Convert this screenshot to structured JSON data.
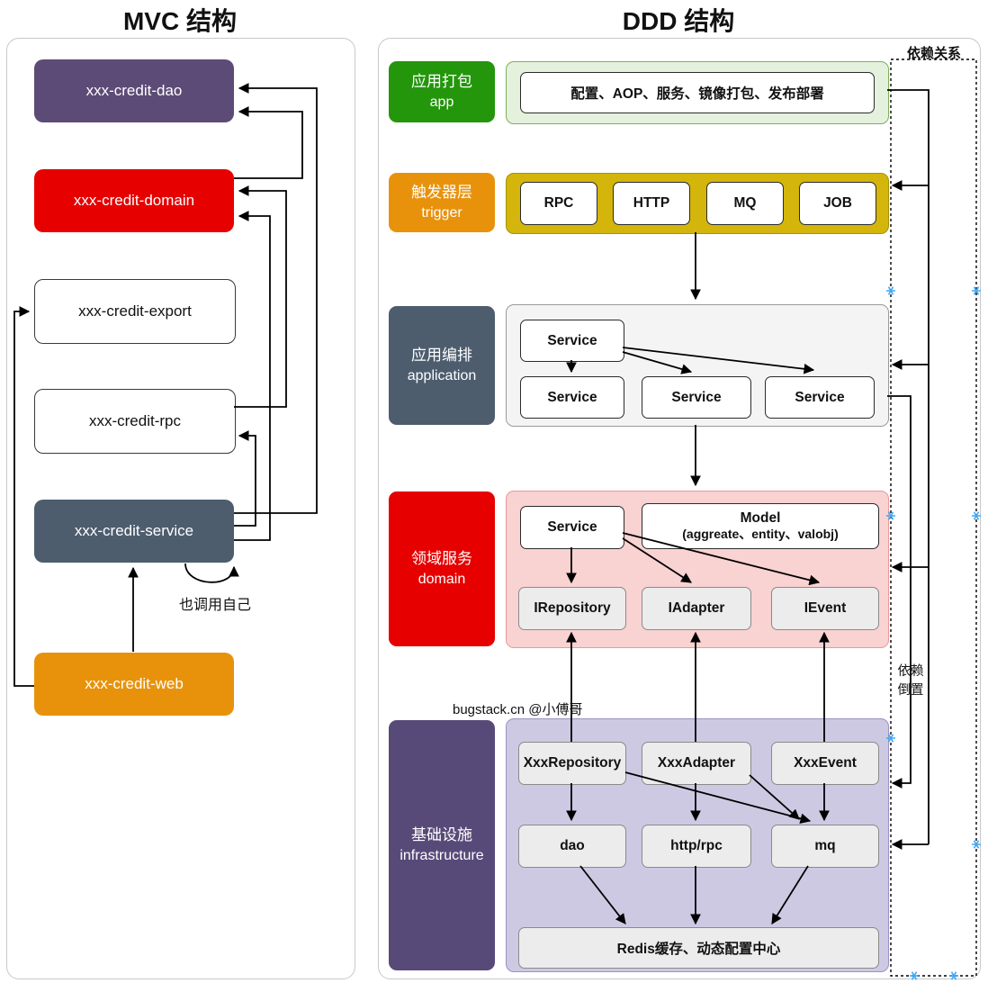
{
  "titles": {
    "mvc": "MVC 结构",
    "ddd": "DDD 结构"
  },
  "mvc": {
    "dao": "xxx-credit-dao",
    "domain": "xxx-credit-domain",
    "export": "xxx-credit-export",
    "rpc": "xxx-credit-rpc",
    "service": "xxx-credit-service",
    "web": "xxx-credit-web",
    "self_call": "也调用自己"
  },
  "ddd": {
    "dependency": "依赖关系",
    "inversion_line1": "依赖",
    "inversion_line2": "倒置",
    "watermark": "bugstack.cn @小傅哥",
    "app": {
      "cn": "应用打包",
      "en": "app",
      "content": "配置、AOP、服务、镜像打包、发布部署"
    },
    "trigger": {
      "cn": "触发器层",
      "en": "trigger",
      "items": [
        "RPC",
        "HTTP",
        "MQ",
        "JOB"
      ]
    },
    "application": {
      "cn": "应用编排",
      "en": "application",
      "service_top": "Service",
      "services": [
        "Service",
        "Service",
        "Service"
      ]
    },
    "domain": {
      "cn": "领域服务",
      "en": "domain",
      "service": "Service",
      "model_title": "Model",
      "model_sub": "(aggreate、entity、valobj)",
      "interfaces": [
        "IRepository",
        "IAdapter",
        "IEvent"
      ]
    },
    "infra": {
      "cn": "基础设施",
      "en": "infrastructure",
      "impls": [
        "XxxRepository",
        "XxxAdapter",
        "XxxEvent"
      ],
      "components": [
        "dao",
        "http/rpc",
        "mq"
      ],
      "storage": "Redis缓存、动态配置中心"
    }
  },
  "colors": {
    "mvc_dao": "#5D4B77",
    "mvc_domain": "#E60000",
    "mvc_service": "#4D5D6E",
    "mvc_web": "#E8920C",
    "ddd_app": "#23960B",
    "ddd_trigger": "#E8920C",
    "ddd_application": "#4D5D6E",
    "ddd_domain": "#E60000",
    "ddd_infrastructure": "#584A78",
    "app_container": "#E4F1DC",
    "trigger_container": "#D4B50C",
    "application_container": "#F4F4F4",
    "domain_container": "#F9D2D2",
    "infrastructure_container": "#CEC9E3",
    "connector": "#000000",
    "endpoint_marker": "#3FA9F5"
  }
}
